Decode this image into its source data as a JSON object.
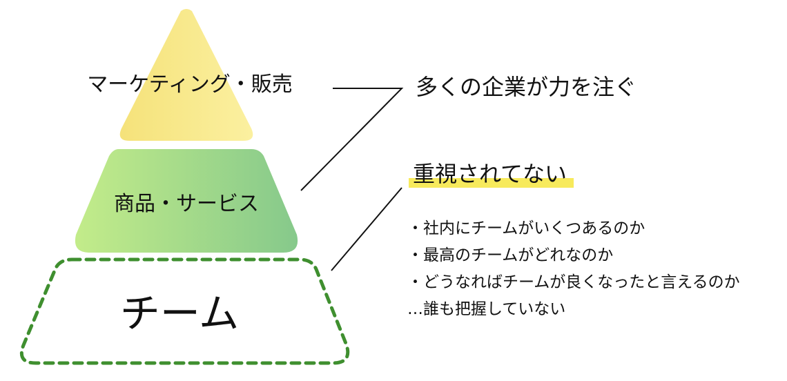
{
  "pyramid": {
    "top_label": "マーケティング・販売",
    "middle_label": "商品・サービス",
    "bottom_label": "チーム"
  },
  "callouts": {
    "top_heading": "多くの企業が力を注ぐ",
    "side_heading": "重視されてない",
    "items": [
      "・社内にチームがいくつあるのか",
      "・最高のチームがどれなのか",
      "・どうなればチームが良くなったと言えるのか",
      "…誰も把握していない"
    ]
  },
  "colors": {
    "top_layer_gradient": [
      "#f5e27a",
      "#fbf0a0"
    ],
    "middle_layer_gradient": [
      "#c3ec8a",
      "#86c98b"
    ],
    "bottom_layer_dash": "#3f8f2f",
    "highlight": "#f7ea5c",
    "connector_line": "#111111"
  }
}
